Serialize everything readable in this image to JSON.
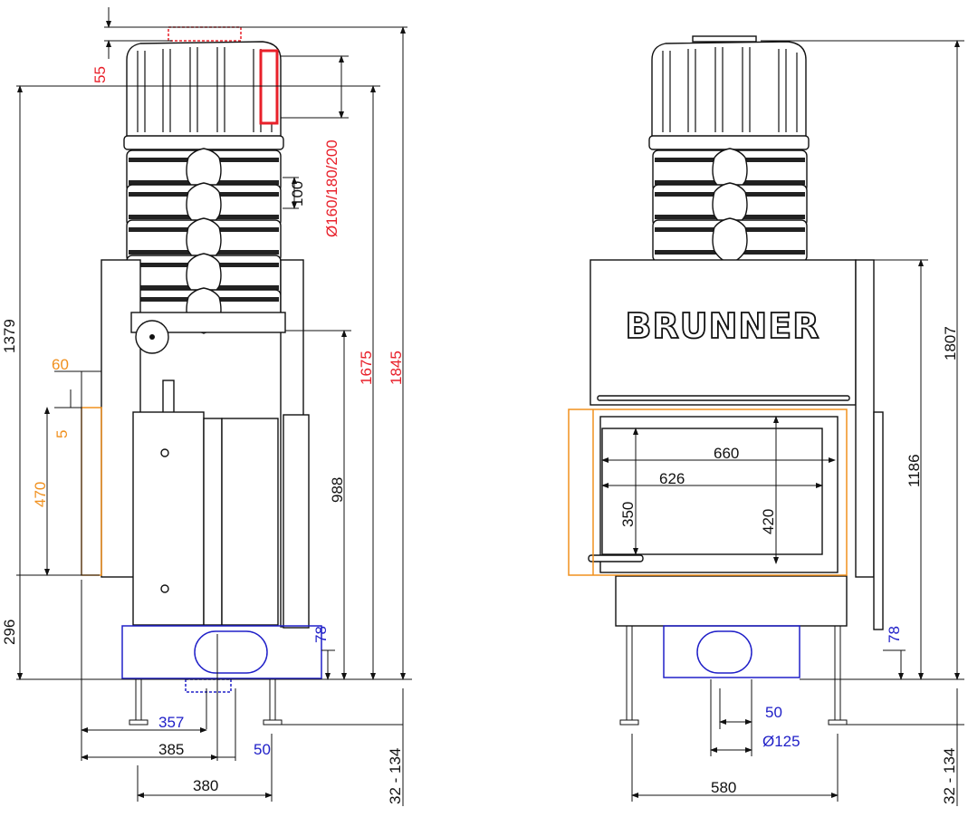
{
  "side_view": {
    "dim_flue_offset": "55",
    "dim_flue_diameter": "Ø160/180/200",
    "dim_ring_height": "100",
    "dim_height_1379": "1379",
    "dim_height_1675": "1675",
    "dim_height_1845": "1845",
    "dim_height_988": "988",
    "dim_side_60": "60",
    "dim_side_5": "5",
    "dim_side_470": "470",
    "dim_base_296": "296",
    "dim_air_78": "78",
    "dim_357": "357",
    "dim_385": "385",
    "dim_50": "50",
    "dim_380": "380",
    "dim_feet": "32 - 134"
  },
  "front_view": {
    "brand": "BRUNNER",
    "dim_660": "660",
    "dim_626": "626",
    "dim_350": "350",
    "dim_420": "420",
    "dim_1807": "1807",
    "dim_1186": "1186",
    "dim_air_78": "78",
    "dim_50": "50",
    "dim_diameter_125": "Ø125",
    "dim_580": "580",
    "dim_feet": "32 - 134"
  },
  "colors": {
    "flue": "#e8202a",
    "side_opening": "#f0901e",
    "air_inlet": "#2020c8"
  }
}
